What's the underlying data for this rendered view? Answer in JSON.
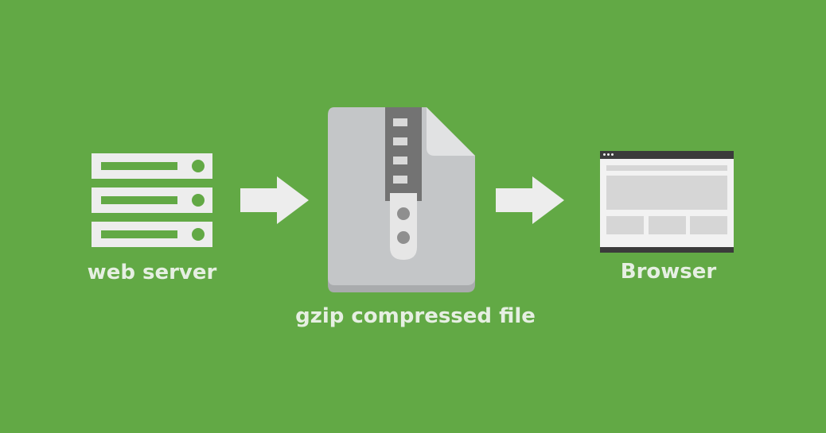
{
  "diagram": {
    "nodes": {
      "server": {
        "label": "web server",
        "icon": "server-stack-icon"
      },
      "file": {
        "label": "gzip compressed file",
        "icon": "zip-file-icon"
      },
      "browser": {
        "label": "Browser",
        "icon": "browser-window-icon"
      }
    },
    "edges": [
      {
        "from": "server",
        "to": "file",
        "icon": "arrow-right-icon"
      },
      {
        "from": "file",
        "to": "browser",
        "icon": "arrow-right-icon"
      }
    ]
  },
  "colors": {
    "background": "#62a945",
    "icon_light": "#ededed",
    "label_text": "#e6efe2",
    "file_body": "#c4c6c8",
    "file_shadow": "#a9abad",
    "zipper_dark": "#737373",
    "browser_frame": "#3b3b3b"
  }
}
